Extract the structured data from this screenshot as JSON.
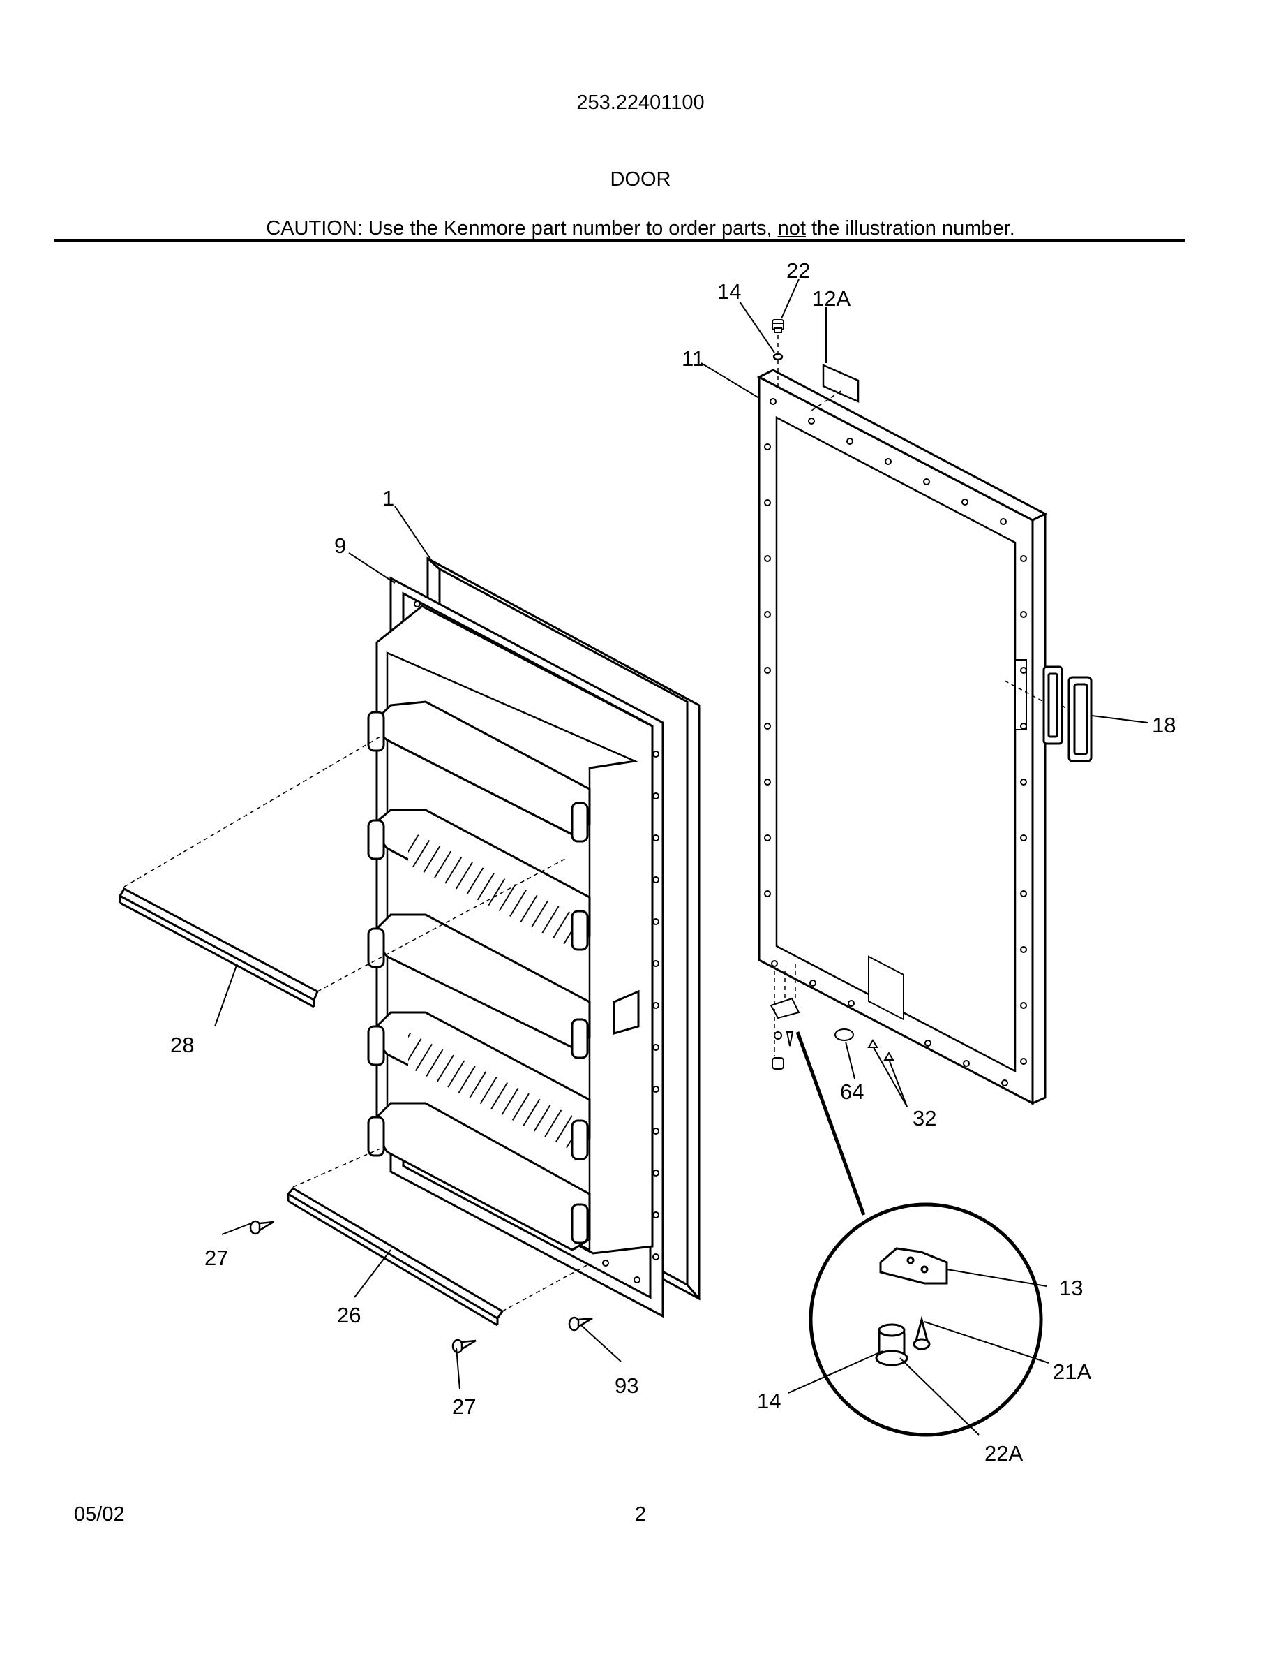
{
  "header": {
    "model_number": "253.22401100",
    "section_title": "DOOR",
    "caution_prefix": "CAUTION: Use the Kenmore part number to order parts, ",
    "caution_emphasis": "not",
    "caution_suffix": " the illustration number."
  },
  "callouts": {
    "c1": "1",
    "c9": "9",
    "c11": "11",
    "c12A": "12A",
    "c13": "13",
    "c14_top": "14",
    "c14_detail": "14",
    "c18": "18",
    "c21A": "21A",
    "c22": "22",
    "c22A": "22A",
    "c26": "26",
    "c27_a": "27",
    "c27_b": "27",
    "c28": "28",
    "c32": "32",
    "c64": "64",
    "c93": "93"
  },
  "footer": {
    "date": "05/02",
    "page_number": "2"
  }
}
